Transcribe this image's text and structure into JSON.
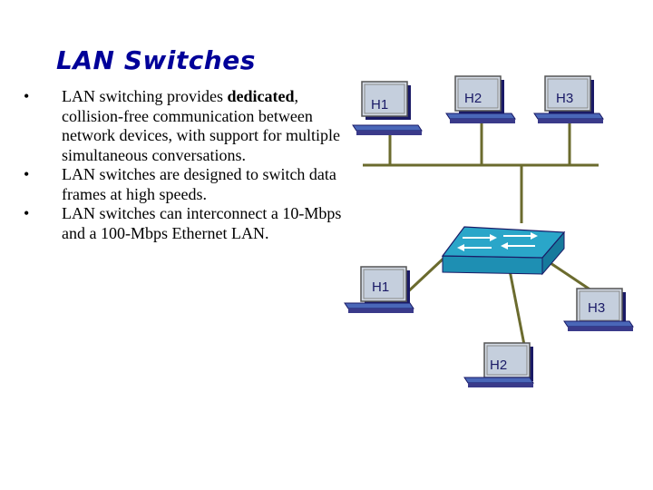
{
  "slide": {
    "title": "LAN Switches",
    "bullets": [
      {
        "pre": "LAN switching provides ",
        "bold": "dedicated",
        "post": ", collision-free communication between network devices, with support for multiple simultaneous conversations."
      },
      {
        "pre": " LAN switches are designed to switch data frames at high speeds.",
        "bold": "",
        "post": ""
      },
      {
        "pre": "LAN switches can interconnect a 10-Mbps and a 100-Mbps Ethernet LAN.",
        "bold": "",
        "post": ""
      }
    ]
  },
  "diagram": {
    "bus_hosts": [
      "H1",
      "H2",
      "H3"
    ],
    "switched_hosts": [
      "H1",
      "H2",
      "H3"
    ],
    "colors": {
      "line": "#6b6b2e",
      "switch": "#2aa6c9",
      "host_face": "#c9d3e0",
      "host_border": "#1a1a66",
      "title": "#000099"
    }
  }
}
